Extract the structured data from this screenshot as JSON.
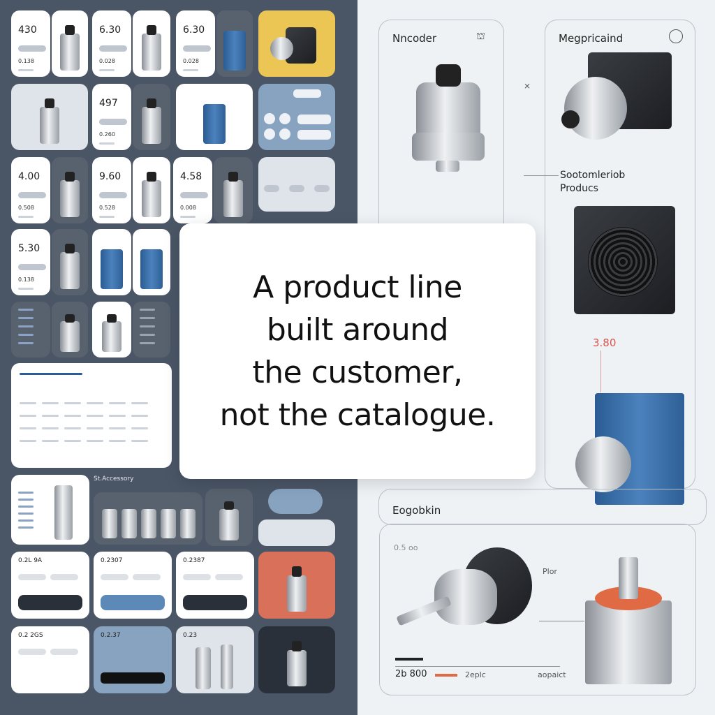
{
  "colors": {
    "left_bg": "#4a5566",
    "right_bg": "#eef2f5",
    "accent_yellow": "#ecc654",
    "accent_orange": "#d9705a",
    "accent_blue": "#88a3bf",
    "price_red": "#d9534f"
  },
  "hero": {
    "line1": "A product line",
    "line2": "built around",
    "line3": "the customer,",
    "line4": "not the catalogue."
  },
  "left_grid": {
    "cards": [
      {
        "price": "430",
        "sub": "0.138"
      },
      {
        "price": "6.30",
        "sub": "0.028"
      },
      {
        "price": "6.30",
        "sub": "0.028"
      },
      {
        "price": "497",
        "sub": "0.260"
      },
      {
        "price": "4.00",
        "sub": "0.508"
      },
      {
        "price": "9.60",
        "sub": "0.528"
      },
      {
        "price": "4.58",
        "sub": "0.008"
      },
      {
        "price": "5.30",
        "sub": "0.138"
      }
    ],
    "tiles": [
      {
        "label": "0.2L 9A"
      },
      {
        "label": "0.2307"
      },
      {
        "label": "0.2387"
      },
      {
        "label": "0.2 2GS"
      },
      {
        "label": "0.2.37"
      },
      {
        "label": "0.23"
      }
    ],
    "section_label": "St.Accessory"
  },
  "right": {
    "card1_title": "Nncoder",
    "card2_title": "Megpricaind",
    "callout_line1": "Sootomleriob",
    "callout_line2": "Producs",
    "price": "3.80",
    "section_title": "Eogobkin",
    "bottom": {
      "label": "0.5 oo",
      "side_label": "Plor",
      "value": "2b 800",
      "legend": "2eplc",
      "right_label": "aopaict"
    }
  }
}
